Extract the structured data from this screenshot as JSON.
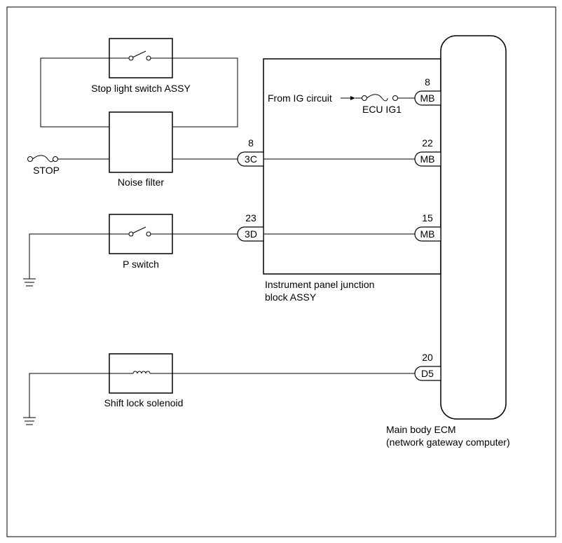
{
  "components": {
    "stop_light_switch": "Stop light switch ASSY",
    "noise_filter": "Noise filter",
    "p_switch": "P switch",
    "shift_lock_solenoid": "Shift lock solenoid",
    "junction_block_line1": "Instrument panel junction",
    "junction_block_line2": "block ASSY",
    "ecm_line1": "Main body ECM",
    "ecm_line2": "(network gateway computer)"
  },
  "fuses": {
    "stop": "STOP",
    "ecu_ig1": "ECU IG1"
  },
  "from_ig": "From IG circuit",
  "connectors": {
    "c3c": {
      "code": "3C",
      "pin": "8"
    },
    "c3d": {
      "code": "3D",
      "pin": "23"
    },
    "mb_ig": {
      "code": "MB",
      "pin": "8"
    },
    "mb_stop": {
      "code": "MB",
      "pin": "22"
    },
    "mb_p": {
      "code": "MB",
      "pin": "15"
    },
    "d5": {
      "code": "D5",
      "pin": "20"
    }
  }
}
